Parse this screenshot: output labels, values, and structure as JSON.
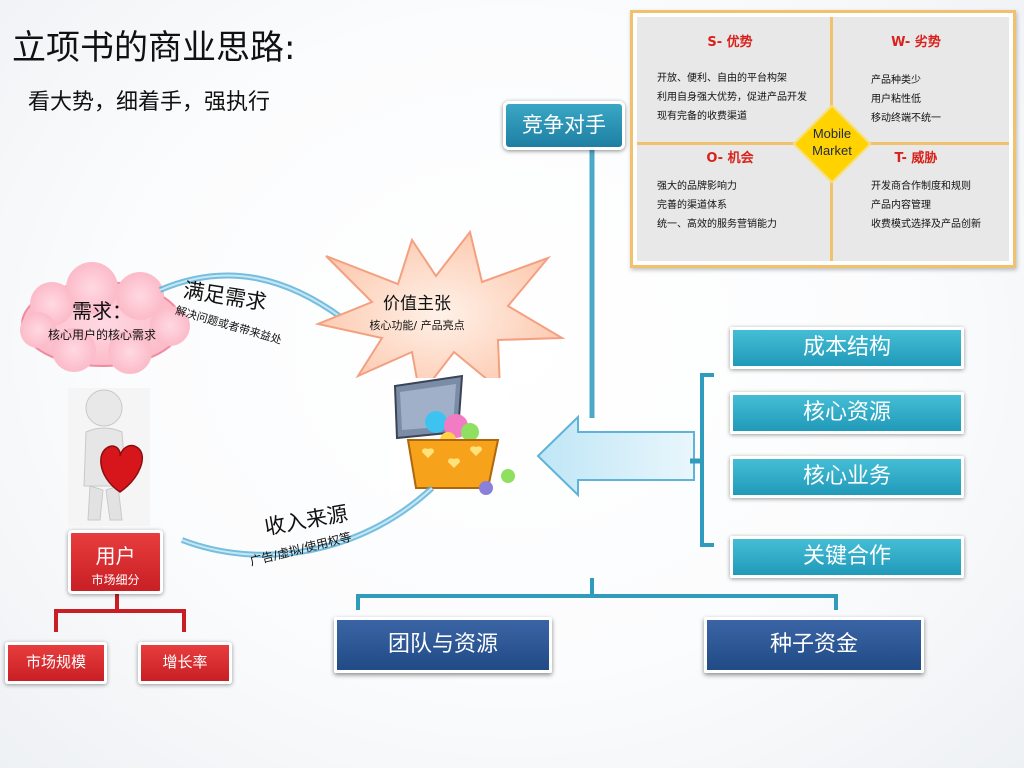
{
  "title": "立项书的商业思路:",
  "subtitle": "看大势，细着手，强执行",
  "swot": {
    "s": {
      "title": "S- 优势",
      "items": [
        "开放、便利、自由的平台构架",
        "利用自身强大优势，促进产品开发",
        "现有完备的收费渠道"
      ]
    },
    "w": {
      "title": "W- 劣势",
      "items": [
        "产品种类少",
        "用户粘性低",
        "移动终端不统一"
      ]
    },
    "o": {
      "title": "O- 机会",
      "items": [
        "强大的品牌影响力",
        "完善的渠道体系",
        "统一、高效的服务营销能力"
      ]
    },
    "t": {
      "title": "T- 威胁",
      "items": [
        "开发商合作制度和规则",
        "产品内容管理",
        "收费模式选择及产品创新"
      ]
    },
    "center": {
      "line1": "Mobile",
      "line2": "Market"
    }
  },
  "competitor": "竞争对手",
  "right_items": [
    "成本结构",
    "核心资源",
    "核心业务",
    "关键合作"
  ],
  "bottom_items": [
    "团队与资源",
    "种子资金"
  ],
  "demand": {
    "title": "需求：",
    "desc": "核心用户的核心需求"
  },
  "satisfy": {
    "title": "满足需求",
    "sub": "解决问题或者带来益处"
  },
  "value": {
    "title": "价值主张",
    "desc": "核心功能/  产品亮点"
  },
  "income": {
    "title": "收入来源",
    "sub": "广告/虚拟/使用权等"
  },
  "user": {
    "label": "用户",
    "sub": "市场细分"
  },
  "market_size": "市场规模",
  "growth": "增长率",
  "colors": {
    "teal": "#1f9ab8",
    "navy": "#214b86",
    "red": "#c81f25",
    "swot_border": "#f1c16d",
    "diamond": "#ffd200",
    "star": "#fcd9c4"
  }
}
